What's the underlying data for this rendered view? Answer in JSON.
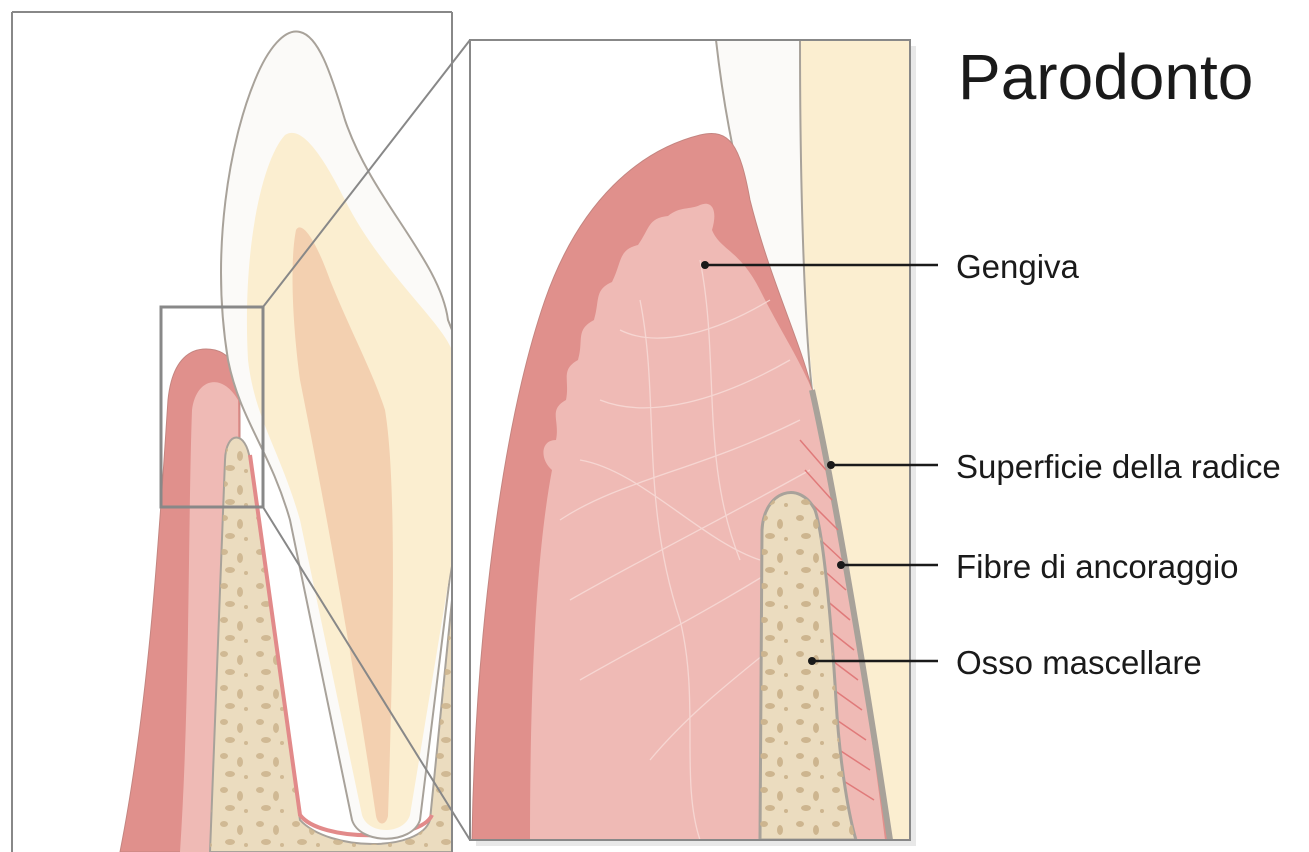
{
  "title": "Parodonto",
  "labels": {
    "gum": "Gengiva",
    "root_surface": "Superficie della radice",
    "anchoring_fibers": "Fibre di ancoraggio",
    "jaw_bone": "Osso mascellare"
  },
  "colors": {
    "background": "#ffffff",
    "gum_dark": "#e0908c",
    "gum_light": "#efbab5",
    "enamel": "#fbfaf8",
    "dentin": "#fbeed0",
    "pulp": "#f3d0b0",
    "bone": "#ebdcbf",
    "bone_pores": "#cdb58f",
    "outline": "#a8a29a",
    "frame": "#888888",
    "leader": "#1a1a1a"
  }
}
